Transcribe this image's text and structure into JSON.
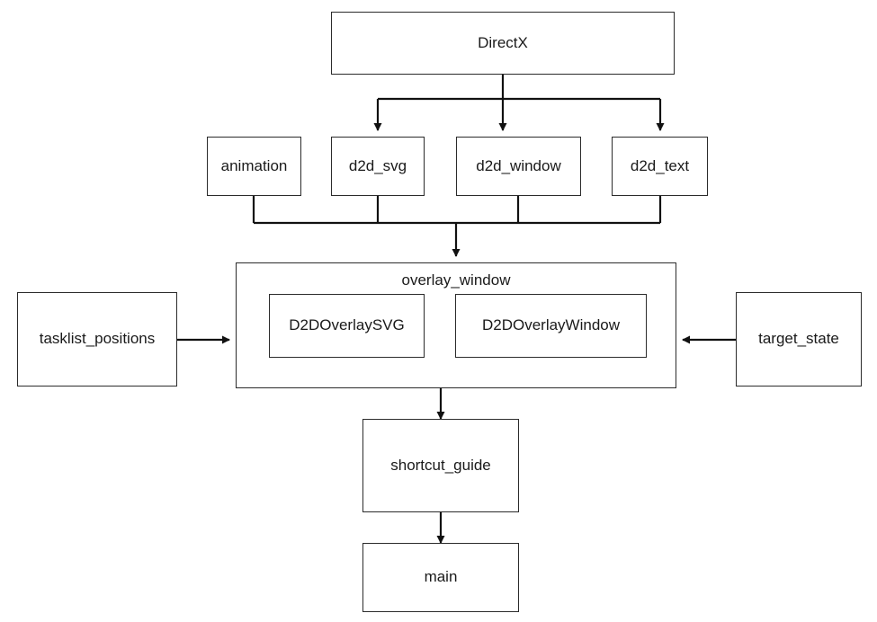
{
  "diagram": {
    "type": "module-dependency-flowchart",
    "background_color": "#ffffff",
    "stroke_color": "#2b2b2b",
    "text_color": "#1a1a1a",
    "nodes": {
      "directx": {
        "label": "DirectX"
      },
      "animation": {
        "label": "animation"
      },
      "d2d_svg": {
        "label": "d2d_svg"
      },
      "d2d_window": {
        "label": "d2d_window"
      },
      "d2d_text": {
        "label": "d2d_text"
      },
      "overlay_window": {
        "label": "overlay_window"
      },
      "d2d_overlay_svg": {
        "label": "D2DOverlaySVG"
      },
      "d2d_overlay_window": {
        "label": "D2DOverlayWindow"
      },
      "tasklist_positions": {
        "label": "tasklist_positions"
      },
      "target_state": {
        "label": "target_state"
      },
      "shortcut_guide": {
        "label": "shortcut_guide"
      },
      "main": {
        "label": "main"
      }
    },
    "edges": [
      {
        "from": "directx",
        "to": "d2d_svg"
      },
      {
        "from": "directx",
        "to": "d2d_window"
      },
      {
        "from": "directx",
        "to": "d2d_text"
      },
      {
        "from": "animation",
        "to": "overlay_window"
      },
      {
        "from": "d2d_svg",
        "to": "overlay_window"
      },
      {
        "from": "d2d_window",
        "to": "overlay_window"
      },
      {
        "from": "d2d_text",
        "to": "overlay_window"
      },
      {
        "from": "tasklist_positions",
        "to": "overlay_window"
      },
      {
        "from": "target_state",
        "to": "overlay_window"
      },
      {
        "from": "overlay_window",
        "to": "shortcut_guide"
      },
      {
        "from": "shortcut_guide",
        "to": "main"
      }
    ]
  }
}
